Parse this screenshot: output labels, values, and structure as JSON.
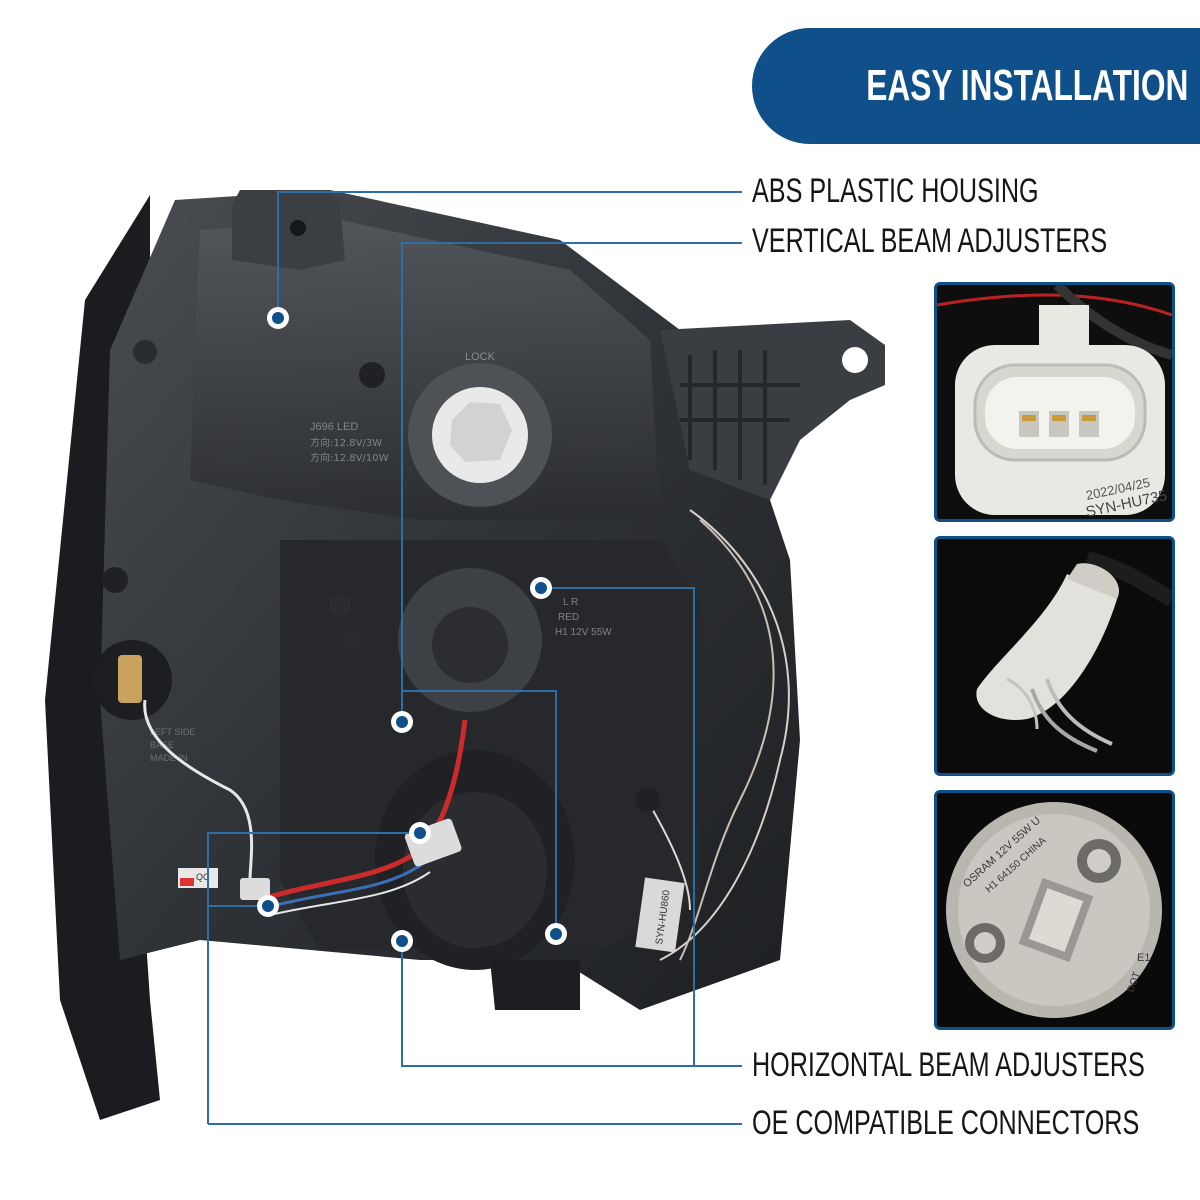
{
  "banner": {
    "title": "EASY INSTALLATION"
  },
  "callouts": {
    "housing": "ABS PLASTIC HOUSING",
    "vertical": "VERTICAL BEAM ADJUSTERS",
    "horizontal": "HORIZONTAL BEAM ADJUSTERS",
    "connectors": "OE COMPATIBLE CONNECTORS"
  },
  "housing_markings": {
    "lock": "LOCK",
    "model": "J696 LED",
    "spec1": "方向:12.8V/3W",
    "spec2": "方向:12.8V/10W",
    "red_label": "RED",
    "bulb_spec": "H1 12V 55W",
    "side": "L  R",
    "left_label1": "LEFT SIDE",
    "left_label2": "BASE",
    "left_label3": "MADE IN",
    "qc": "QC",
    "tag": "SYN-HU860"
  },
  "thumbnails": {
    "connector_label1": "2022/04/25",
    "connector_label2": "SYN-HU735",
    "bulb_marking1": "OSRAM 12V 55W U",
    "bulb_marking2": "H1 64150 CHINA",
    "bulb_marking3": "DOT",
    "bulb_marking4": "E1"
  },
  "colors": {
    "brand_blue": "#0f4f8a",
    "housing": "#2e3033",
    "text": "#161616"
  }
}
